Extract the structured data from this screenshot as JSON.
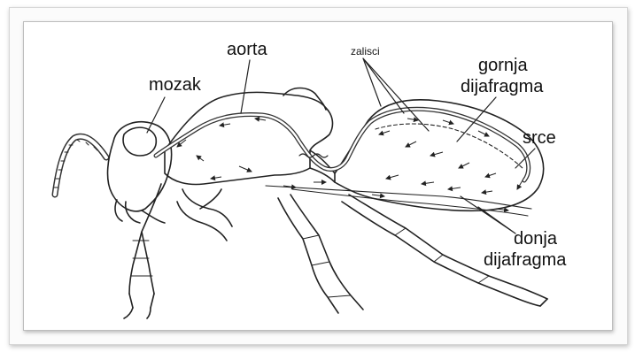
{
  "labels": {
    "brain": "mozak",
    "aorta": "aorta",
    "valves": "zalisci",
    "upper_diaphragm_line1": "gornja",
    "upper_diaphragm_line2": "dijafragma",
    "heart": "srce",
    "lower_diaphragm_line1": "donja",
    "lower_diaphragm_line2": "dijafragma"
  },
  "colors": {
    "line": "#222222",
    "background": "#ffffff"
  }
}
